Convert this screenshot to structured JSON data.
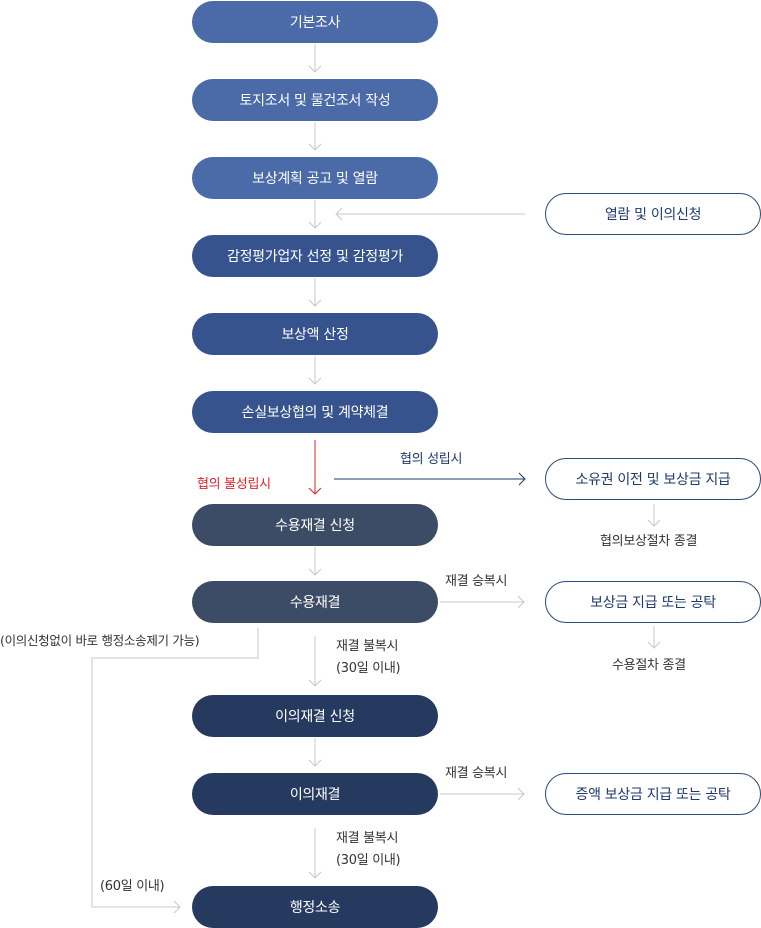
{
  "colors": {
    "step_blue": "#4a6aa8",
    "step_mid": "#36538e",
    "step_gray": "#3d4c66",
    "step_dark": "#263a60",
    "arrow_gray": "#c8c8c8",
    "arrow_red": "#d9262d",
    "arrow_navy": "#1f3a6b",
    "border": "#2d4a79"
  },
  "steps": [
    {
      "label": "기본조사"
    },
    {
      "label": "토지조서 및 물건조서 작성"
    },
    {
      "label": "보상계획 공고 및 열람"
    },
    {
      "label": "감정평가업자 선정 및 감정평가"
    },
    {
      "label": "보상액 산정"
    },
    {
      "label": "손실보상협의 및 계약체결"
    },
    {
      "label": "수용재결 신청"
    },
    {
      "label": "수용재결"
    },
    {
      "label": "이의재결 신청"
    },
    {
      "label": "이의재결"
    },
    {
      "label": "행정소송"
    }
  ],
  "side": {
    "objection": "열람 및 이의신청",
    "transfer": "소유권 이전 및 보상금 지급",
    "payment": "보상금 지급 또는 공탁",
    "increase": "증액 보상금 지급 또는 공탁"
  },
  "labels": {
    "agree": "협의 성립시",
    "disagree": "협의 불성립시",
    "agree_end": "협의보상절차 종결",
    "accept1": "재결 승복시",
    "reject1_a": "재결 불복시",
    "reject1_b": "(30일 이내)",
    "expropriation_end": "수용절차 종결",
    "accept2": "재결 승복시",
    "reject2_a": "재결 불복시",
    "reject2_b": "(30일 이내)",
    "direct_suit": "(이의신청없이 바로 행정소송제기 가능)",
    "within60": "(60일 이내)"
  }
}
